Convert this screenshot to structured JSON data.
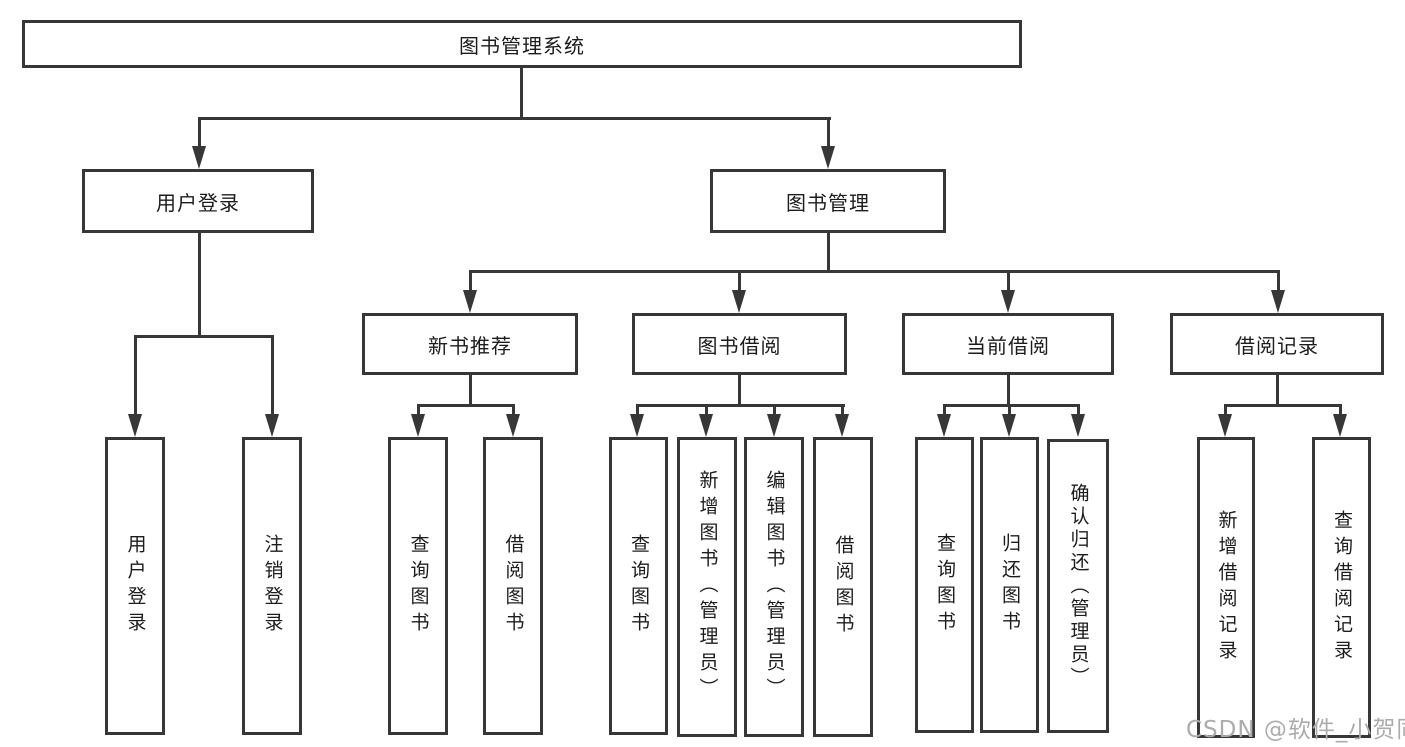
{
  "tree": {
    "label": "图书管理系统",
    "children": [
      {
        "label": "用户登录",
        "children": [
          {
            "label": "用户登录"
          },
          {
            "label": "注销登录"
          }
        ]
      },
      {
        "label": "图书管理",
        "children": [
          {
            "label": "新书推荐",
            "children": [
              {
                "label": "查询图书"
              },
              {
                "label": "借阅图书"
              }
            ]
          },
          {
            "label": "图书借阅",
            "children": [
              {
                "label": "查询图书"
              },
              {
                "label": "新增图书（管理员）"
              },
              {
                "label": "编辑图书（管理员）"
              },
              {
                "label": "借阅图书"
              }
            ]
          },
          {
            "label": "当前借阅",
            "children": [
              {
                "label": "查询图书"
              },
              {
                "label": "归还图书"
              },
              {
                "label": "确认归还（管理员）"
              }
            ]
          },
          {
            "label": "借阅记录",
            "children": [
              {
                "label": "新增借阅记录"
              },
              {
                "label": "查询借阅记录"
              }
            ]
          }
        ]
      }
    ]
  },
  "watermark": "CSDN @软件_小贺同学",
  "colors": {
    "line": "#373737",
    "box_border": "#373737",
    "box_fill": "#ffffff",
    "text": "#1c1c1c",
    "watermark": "#acacac",
    "background": "#ffffff"
  }
}
